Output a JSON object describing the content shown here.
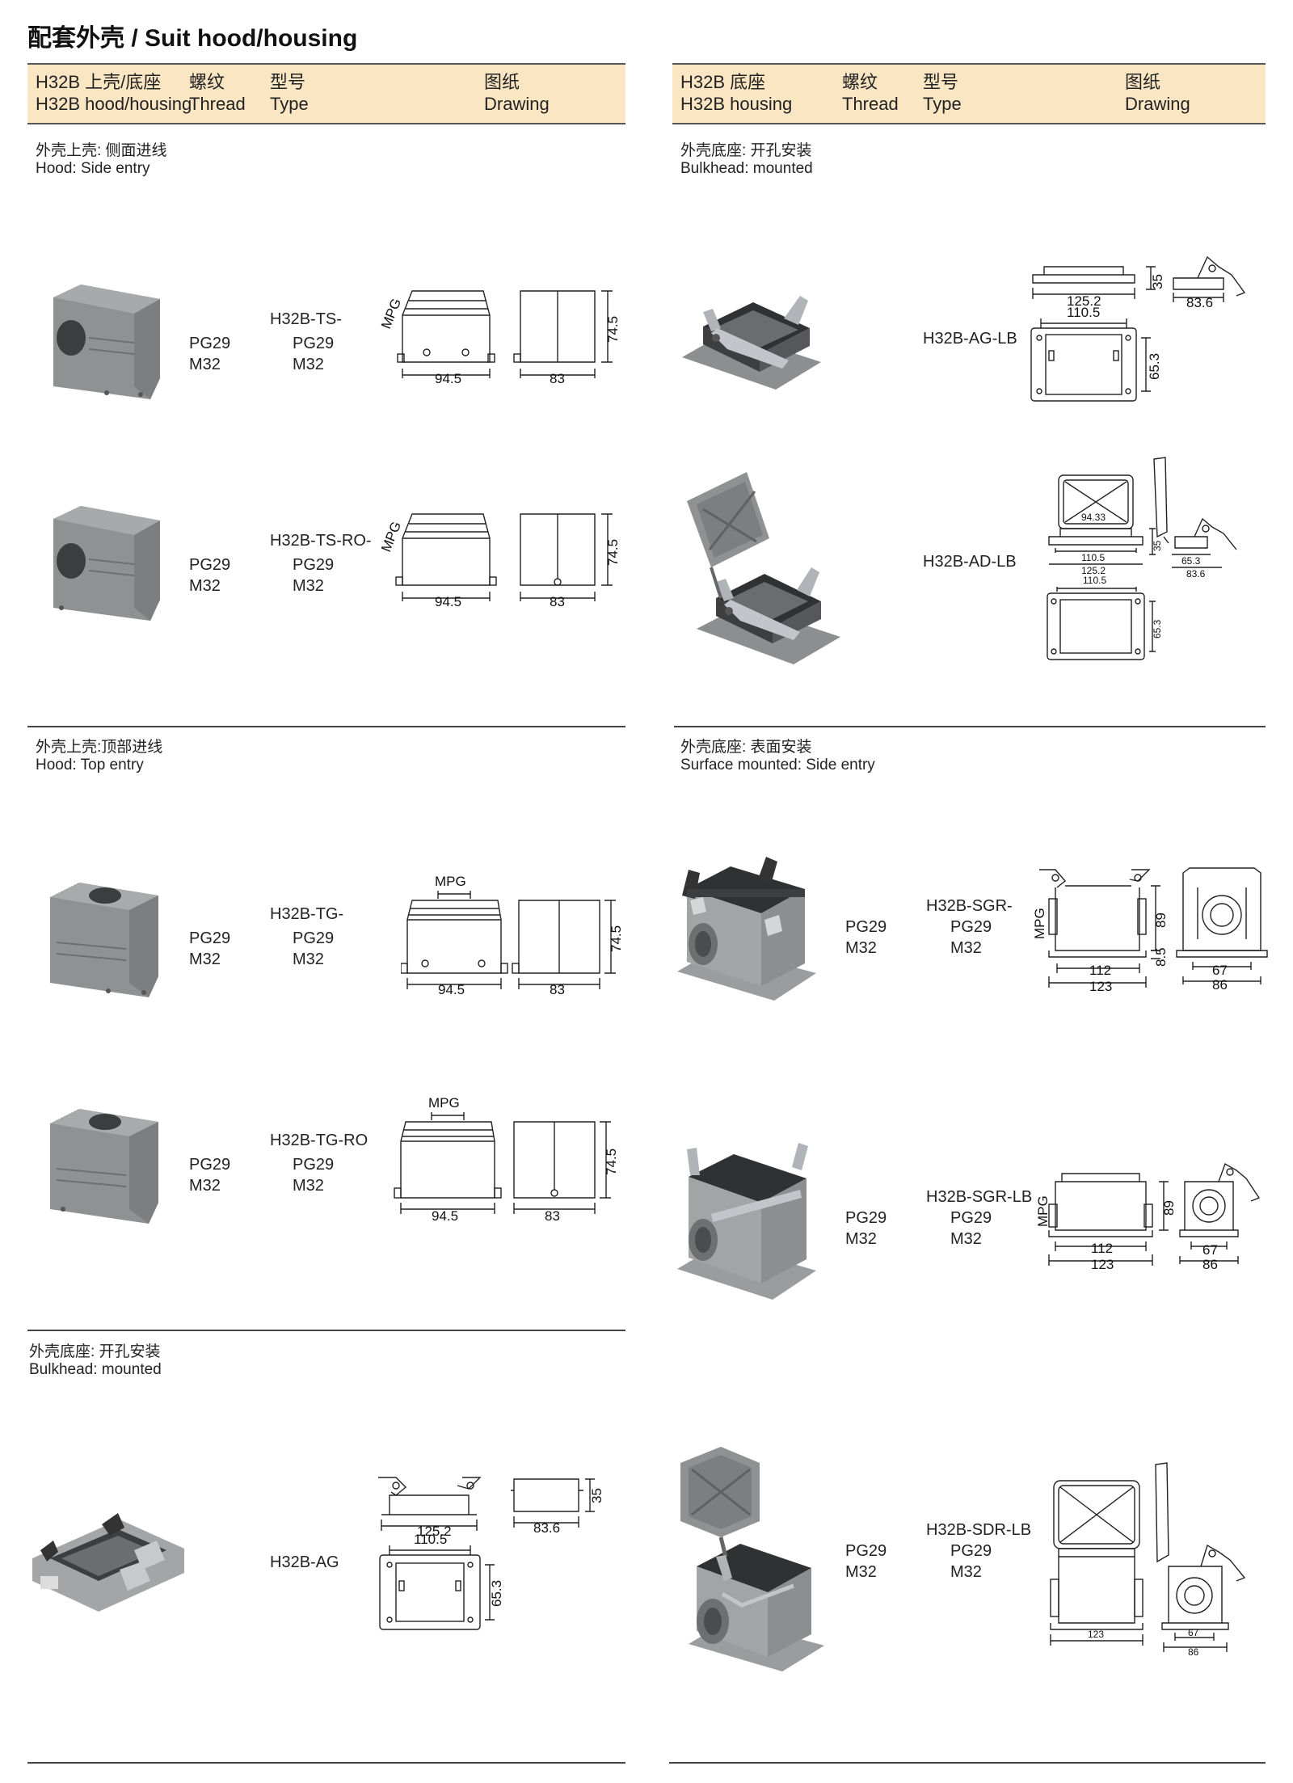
{
  "page_title": "配套外壳 / Suit hood/housing",
  "left_header": {
    "product_cn": "H32B 上壳/底座",
    "product_en": "H32B hood/housing",
    "thread_cn": "螺纹",
    "thread_en": "Thread",
    "type_cn": "型号",
    "type_en": "Type",
    "drawing_cn": "图纸",
    "drawing_en": "Drawing"
  },
  "right_header": {
    "product_cn": "H32B 底座",
    "product_en": "H32B housing",
    "thread_cn": "螺纹",
    "thread_en": "Thread",
    "type_cn": "型号",
    "type_en": "Type",
    "drawing_cn": "图纸",
    "drawing_en": "Drawing"
  },
  "sections": {
    "hood_side": {
      "cn": "外壳上壳: 侧面进线",
      "en": "Hood: Side entry"
    },
    "hood_top": {
      "cn": "外壳上壳:顶部进线",
      "en": "Hood: Top entry"
    },
    "bulkhead_left": {
      "cn": "外壳底座: 开孔安装",
      "en": "Bulkhead: mounted"
    },
    "bulkhead_right": {
      "cn": "外壳底座: 开孔安装",
      "en": "Bulkhead: mounted"
    },
    "surface": {
      "cn": "外壳底座: 表面安装",
      "en": "Surface mounted: Side entry"
    }
  },
  "products": {
    "ts": {
      "thread_1": "PG29",
      "thread_2": "M32",
      "type": "H32B-TS-",
      "type_1": "PG29",
      "type_2": "M32",
      "dims": {
        "mpg": "MPG",
        "width": "94.5",
        "depth": "83",
        "height": "74.5"
      }
    },
    "ts_ro": {
      "thread_1": "PG29",
      "thread_2": "M32",
      "type": "H32B-TS-RO-",
      "type_1": "PG29",
      "type_2": "M32",
      "dims": {
        "mpg": "MPG",
        "width": "94.5",
        "depth": "83",
        "height": "74.5"
      }
    },
    "tg": {
      "thread_1": "PG29",
      "thread_2": "M32",
      "type": "H32B-TG-",
      "type_1": "PG29",
      "type_2": "M32",
      "dims": {
        "mpg": "MPG",
        "width": "94.5",
        "depth": "83",
        "height": "74.5"
      }
    },
    "tg_ro": {
      "thread_1": "PG29",
      "thread_2": "M32",
      "type": "H32B-TG-RO",
      "type_1": "PG29",
      "type_2": "M32",
      "dims": {
        "mpg": "MPG",
        "width": "94.5",
        "depth": "83",
        "height": "74.5"
      }
    },
    "ag": {
      "type": "H32B-AG",
      "dims": {
        "length": "125.2",
        "depth": "83.6",
        "height": "35",
        "hole_spacing": "110.5",
        "hole_depth": "65.3"
      }
    },
    "ag_lb": {
      "type": "H32B-AG-LB",
      "dims": {
        "length": "125.2",
        "height": "35",
        "depth": "83.6",
        "hole_spacing": "110.5",
        "hole_depth": "65.3"
      }
    },
    "ad_lb": {
      "type": "H32B-AD-LB",
      "dims": {
        "lid": "94.33",
        "hole_spacing": "110.5",
        "length": "125.2",
        "height": "35",
        "depth_1": "65.3",
        "depth_2": "83.6",
        "hole_spacing_2": "110.5",
        "hole_depth": "65.3"
      }
    },
    "sgr": {
      "type": "H32B-SGR-",
      "type_1": "PG29",
      "type_2": "M32",
      "thread_1": "PG29",
      "thread_2": "M32",
      "dims": {
        "mpg": "MPG",
        "height": "89",
        "base": "8.5",
        "inner": "112",
        "outer": "123",
        "side_inner": "67",
        "side_outer": "86"
      }
    },
    "sgr_lb": {
      "type": "H32B-SGR-LB",
      "type_1": "PG29",
      "type_2": "M32",
      "thread_1": "PG29",
      "thread_2": "M32",
      "dims": {
        "mpg": "MPG",
        "height": "89",
        "inner": "112",
        "outer": "123",
        "side_inner": "67",
        "side_outer": "86"
      }
    },
    "sdr_lb": {
      "type": "H32B-SDR-LB",
      "type_1": "PG29",
      "type_2": "M32",
      "thread_1": "PG29",
      "thread_2": "M32",
      "dims": {
        "outer": "123",
        "side_inner": "67",
        "side_outer": "86"
      }
    }
  },
  "colors": {
    "header_bg": "#fbe6c4",
    "housing_grey": "#8d8f91",
    "metal": "#b9bcc0"
  }
}
